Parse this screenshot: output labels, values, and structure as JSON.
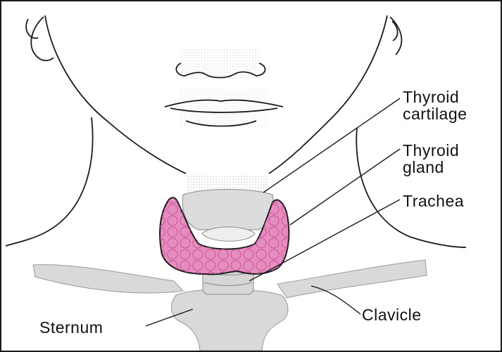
{
  "labels": {
    "thyroid_cartilage": {
      "line1": "Thyroid",
      "line2": "cartilage"
    },
    "thyroid_gland": {
      "line1": "Thyroid",
      "line2": "gland"
    },
    "trachea": "Trachea",
    "clavicle": "Clavicle",
    "sternum": "Sternum"
  },
  "colors": {
    "outline": "#1a1a1a",
    "thyroid_gland_fill": "#e78cbf",
    "bone_fill": "#d9d9d9",
    "cartilage_fill": "#dcdcdc",
    "skin_fill": "#ffffff"
  }
}
